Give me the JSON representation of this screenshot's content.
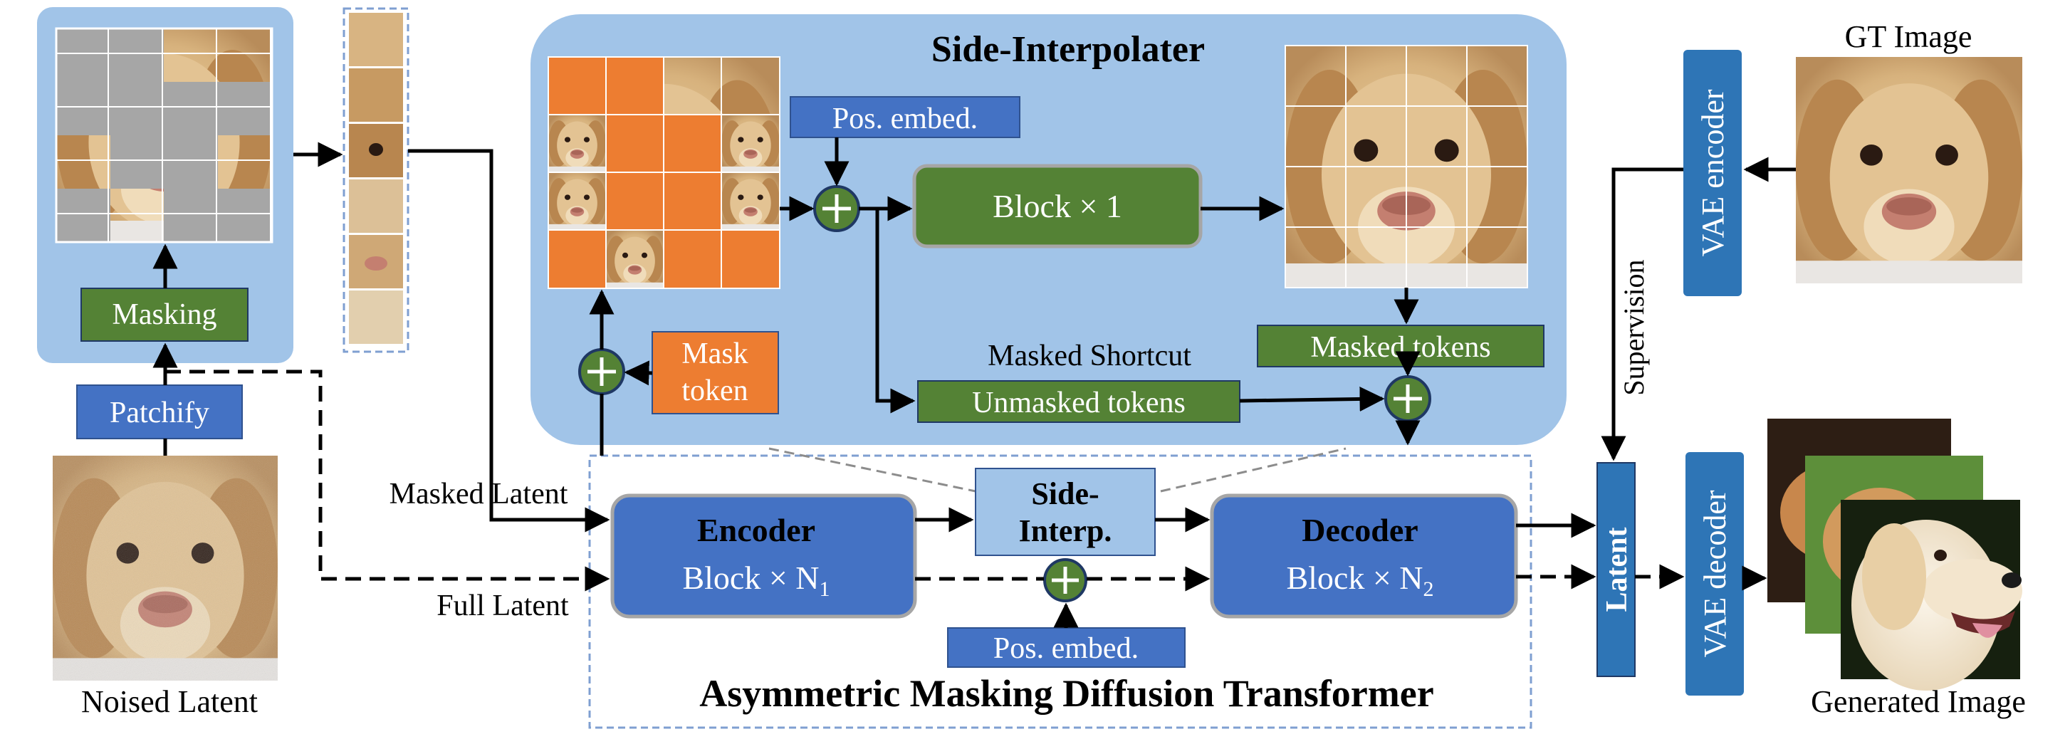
{
  "colors": {
    "panel_blue": "#a1c4e8",
    "block_blue": "#4472c4",
    "block_green": "#548235",
    "token_orange": "#ed7d31",
    "mask_gray": "#a6a6a6",
    "dog_fur": "#d9b98a",
    "dog_dark": "#3a2a1f",
    "dog_nose": "#c78a7a",
    "grass_green": "#5d8f3a",
    "outline_dashed": "#7f9fd1",
    "line_dark": "#000000",
    "block_border": "#a6a6a6"
  },
  "icons": {
    "add_node": "plus-circle-icon",
    "image_thumbnail": "dog-photo-icon"
  },
  "labels": {
    "side_interpolater_title": "Side-Interpolater",
    "gt_image": "GT Image",
    "pos_embed_top": "Pos. embed.",
    "pos_embed_bottom": "Pos. embed.",
    "block_x1": "Block × 1",
    "masking": "Masking",
    "patchify": "Patchify",
    "mask_token_line1": "Mask",
    "mask_token_line2": "token",
    "masked_shortcut": "Masked Shortcut",
    "unmasked_tokens": "Unmasked tokens",
    "masked_tokens": "Masked tokens",
    "masked_latent": "Masked Latent",
    "full_latent": "Full Latent",
    "noised_latent": "Noised Latent",
    "encoder_title": "Encoder",
    "encoder_block": "Block × N",
    "encoder_sub": "1",
    "side_interp_line1": "Side-",
    "side_interp_line2": "Interp.",
    "decoder_title": "Decoder",
    "decoder_block": "Block × N",
    "decoder_sub": "2",
    "amdt_title": "Asymmetric Masking Diffusion Transformer",
    "vae_encoder": "VAE encoder",
    "vae_decoder": "VAE decoder",
    "supervision": "Supervision",
    "latent": "Latent",
    "generated_image": "Generated Image"
  }
}
